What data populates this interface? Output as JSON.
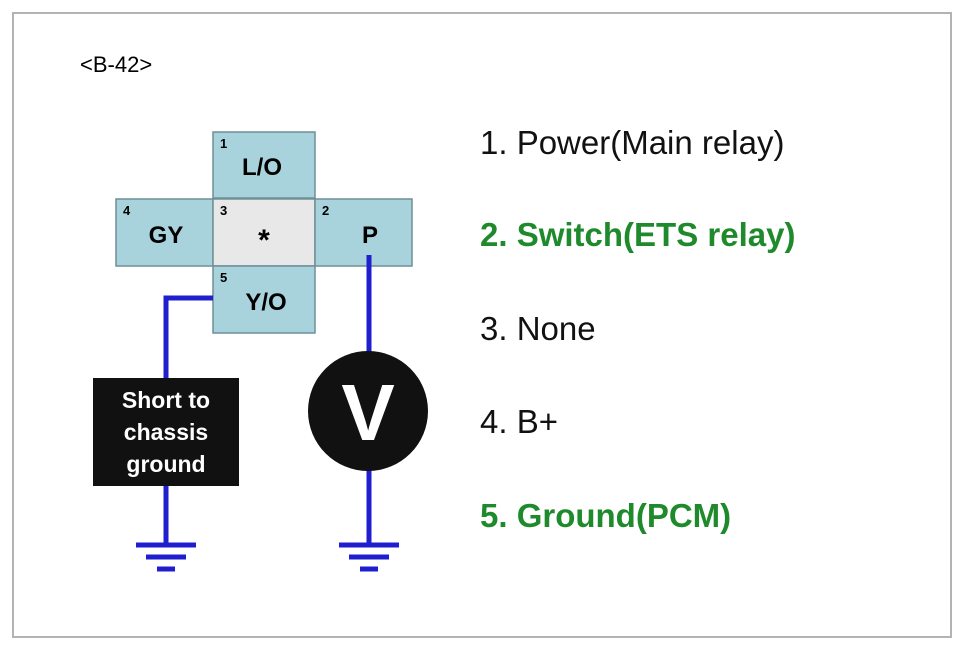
{
  "connector": {
    "id": "<B-42>"
  },
  "pins": [
    {
      "number": "1",
      "label": "L/O"
    },
    {
      "number": "2",
      "label": "P"
    },
    {
      "number": "3",
      "label": "*"
    },
    {
      "number": "4",
      "label": "GY"
    },
    {
      "number": "5",
      "label": "Y/O"
    }
  ],
  "short_box": {
    "lines": [
      "Short to",
      "chassis",
      "ground"
    ]
  },
  "meter": {
    "symbol": "V"
  },
  "legend": [
    {
      "text": "1. Power(Main relay)",
      "highlight": false
    },
    {
      "text": "2. Switch(ETS relay)",
      "highlight": true
    },
    {
      "text": "3. None",
      "highlight": false
    },
    {
      "text": "4. B+",
      "highlight": false
    },
    {
      "text": "5. Ground(PCM)",
      "highlight": true
    }
  ],
  "colors": {
    "pin_fill": "#a9d3dc",
    "center_fill": "#e8e8e8",
    "wire": "#1f1fd0",
    "highlight_text": "#1f8a2c"
  }
}
